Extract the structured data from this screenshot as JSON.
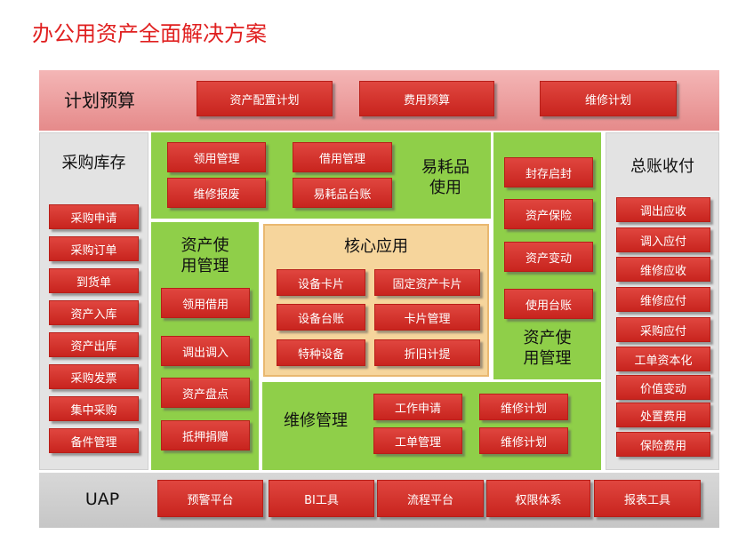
{
  "title": "办公用资产全面解决方案",
  "plan": {
    "label": "计划预算",
    "items": [
      "资产配置计划",
      "费用预算",
      "维修计划"
    ]
  },
  "purchase": {
    "label": "采购库存",
    "items": [
      "采购申请",
      "采购订单",
      "到货单",
      "资产入库",
      "资产出库",
      "采购发票",
      "集中采购",
      "备件管理"
    ]
  },
  "consumables": {
    "label": "易耗品\n使用",
    "items": [
      "领用管理",
      "借用管理",
      "维修报废",
      "易耗品台账"
    ]
  },
  "left_use": {
    "label": "资产使\n用管理",
    "items": [
      "领用借用",
      "调出调入",
      "资产盘点",
      "抵押捐赠"
    ]
  },
  "core": {
    "label": "核心应用",
    "items": [
      "设备卡片",
      "固定资产卡片",
      "设备台账",
      "卡片管理",
      "特种设备",
      "折旧计提"
    ]
  },
  "right_use": {
    "label": "资产使\n用管理",
    "items": [
      "封存启封",
      "资产保险",
      "资产变动",
      "使用台账"
    ]
  },
  "maintenance": {
    "label": "维修管理",
    "items": [
      "工作申请",
      "维修计划",
      "工单管理",
      "维修计划"
    ]
  },
  "ledger": {
    "label": "总账收付",
    "items": [
      "调出应收",
      "调入应付",
      "维修应收",
      "维修应付",
      "采购应付",
      "工单资本化",
      "价值变动",
      "处置费用",
      "保险费用"
    ]
  },
  "uap": {
    "label": "UAP",
    "items": [
      "预警平台",
      "BI工具",
      "流程平台",
      "权限体系",
      "报表工具"
    ]
  }
}
